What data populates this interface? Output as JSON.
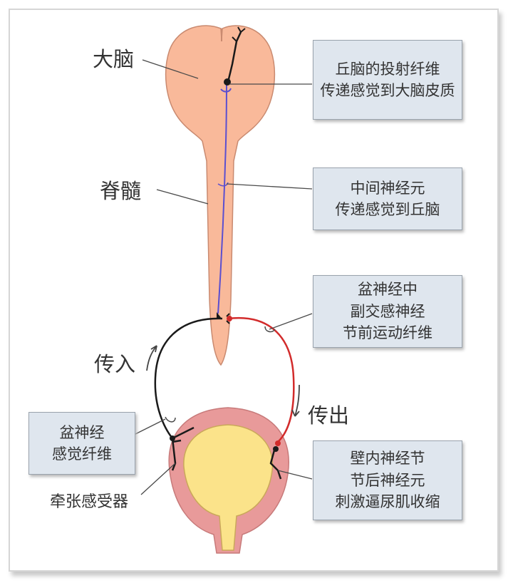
{
  "labels": {
    "brain": "大脑",
    "spinal_cord": "脊髓",
    "afferent": "传入",
    "efferent": "传出",
    "stretch_receptor": "牵张感受器"
  },
  "boxes": {
    "thalamic_projection": [
      "丘脑的投射纤维",
      "传递感觉到大脑皮质"
    ],
    "interneuron": [
      "中间神经元",
      "传递感觉到丘脑"
    ],
    "pelvic_parasympathetic": [
      "盆神经中",
      "副交感神经",
      "节前运动纤维"
    ],
    "pelvic_sensory": [
      "盆神经",
      "感觉纤维"
    ],
    "intramural_ganglion": [
      "壁内神经节",
      "节后神经元",
      "刺激逼尿肌收缩"
    ]
  },
  "colors": {
    "tissue": "#f9b99a",
    "tissue_outline": "#c98a70",
    "bladder_wall": "#e89a9a",
    "bladder_lumen": "#fbe38a",
    "afferent_fiber": "#1a1a1a",
    "efferent_fiber": "#d22b2b",
    "ascending_fiber": "#5b4fd0",
    "box_fill": "#dfe6ee"
  }
}
